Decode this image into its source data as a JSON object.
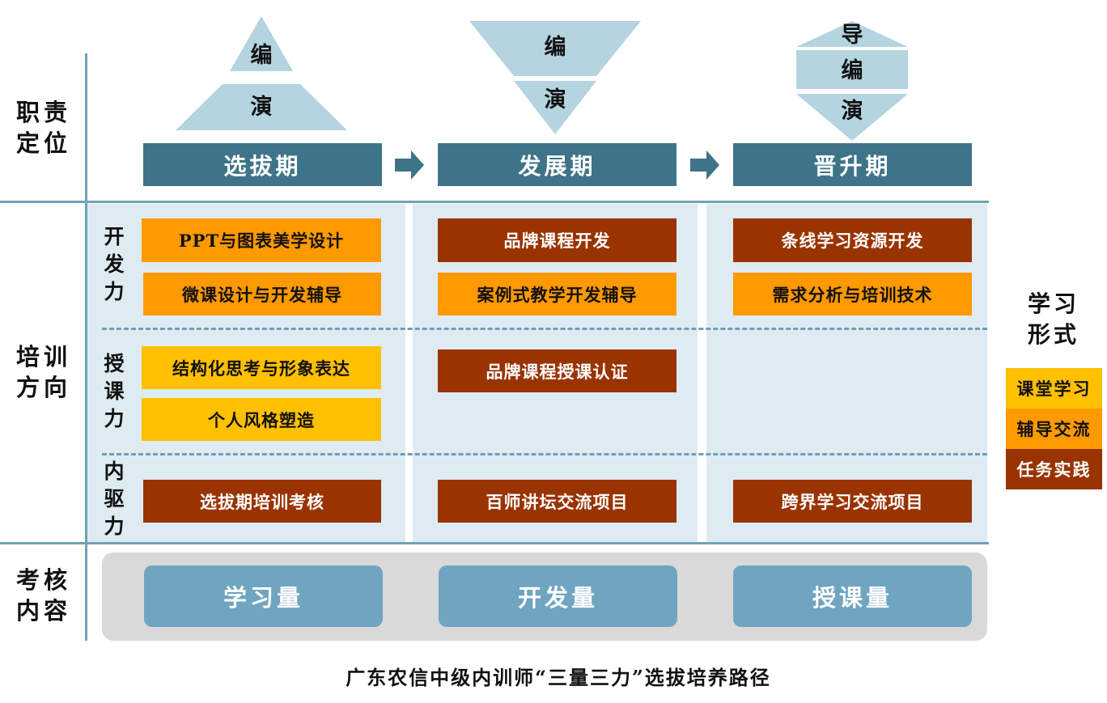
{
  "row_labels": {
    "role": [
      "职责",
      "定位"
    ],
    "training": [
      "培训",
      "方向"
    ],
    "assessment": [
      "考核",
      "内容"
    ]
  },
  "shapes": {
    "pyramid": [
      "编",
      "演"
    ],
    "inverted": [
      "编",
      "演"
    ],
    "diamond": [
      "导",
      "编",
      "演"
    ]
  },
  "phases": [
    "选拔期",
    "发展期",
    "晋升期"
  ],
  "sub_labels": {
    "develop": [
      "开",
      "发",
      "力"
    ],
    "teach": [
      "授",
      "课",
      "力"
    ],
    "drive": [
      "内",
      "驱",
      "力"
    ]
  },
  "courses": {
    "select_develop_1": "PPT与图表美学设计",
    "select_develop_2": "微课设计与开发辅导",
    "select_teach_1": "结构化思考与形象表达",
    "select_teach_2": "个人风格塑造",
    "select_drive_1": "选拔期培训考核",
    "grow_develop_1": "品牌课程开发",
    "grow_develop_2": "案例式教学开发辅导",
    "grow_teach_1": "品牌课程授课认证",
    "grow_drive_1": "百师讲坛交流项目",
    "promo_develop_1": "条线学习资源开发",
    "promo_develop_2": "需求分析与培训技术",
    "promo_drive_1": "跨界学习交流项目"
  },
  "assessments": [
    "学习量",
    "开发量",
    "授课量"
  ],
  "legend": {
    "title": [
      "学习",
      "形式"
    ],
    "items": [
      "课堂学习",
      "辅导交流",
      "任务实践"
    ]
  },
  "colors": {
    "classroom": "#ffc000",
    "coaching": "#ff9900",
    "practice": "#993300",
    "phase": "#3e7489",
    "shape": "#b4d4df"
  },
  "caption": "广东农信中级内训师“三量三力”选拔培养路径"
}
